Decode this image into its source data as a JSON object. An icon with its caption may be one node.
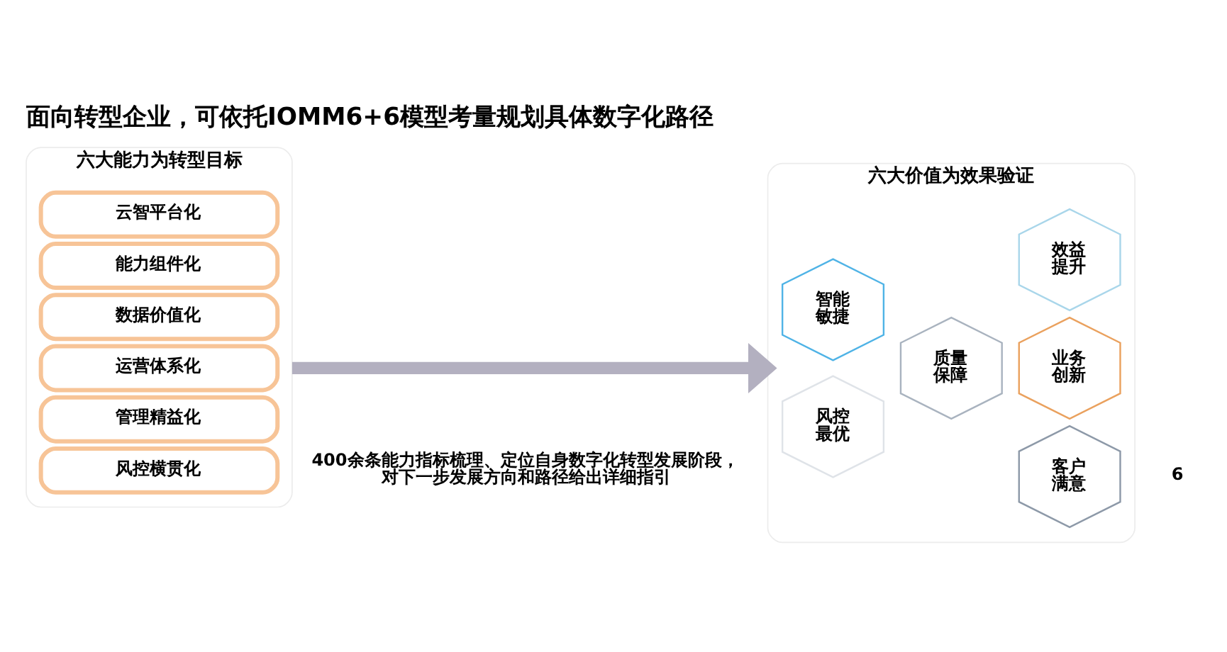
{
  "diagram": {
    "title": "面向转型企业，可依托IOMM6+6模型考量规划具体数字化路径",
    "nodes": [
      {
        "text": [
          "六大能力为转型目标"
        ]
      },
      {
        "text": [
          "云智平台化"
        ],
        "in": 0
      },
      {
        "text": [
          "能力组件化"
        ],
        "in": 0
      },
      {
        "text": [
          "数据价值化"
        ],
        "in": 0
      },
      {
        "text": [
          "运营体系化"
        ],
        "in": 0
      },
      {
        "text": [
          "管理精益化"
        ],
        "in": 0
      },
      {
        "text": [
          "风控横贯化"
        ],
        "in": 0
      },
      {
        "text": [
          "六大价值为效果验证"
        ]
      },
      {
        "text": [
          "智能敏捷"
        ],
        "in": 7
      },
      {
        "text": [
          "效益提升"
        ],
        "in": 7
      },
      {
        "text": [
          "质量保障"
        ],
        "in": 7
      },
      {
        "text": [
          "业务创新"
        ],
        "in": 7
      },
      {
        "text": [
          "风控最优"
        ],
        "in": 7
      },
      {
        "text": [
          "客户满意"
        ],
        "in": 7
      }
    ],
    "edges": [
      {
        "from": 0,
        "to": 7,
        "arrow": "to"
      }
    ],
    "labels": [
      "400余条能力指标梳理、定位自身数字化转型发展阶段，对下一步发展方向和路径给出详细指引",
      "6"
    ]
  }
}
